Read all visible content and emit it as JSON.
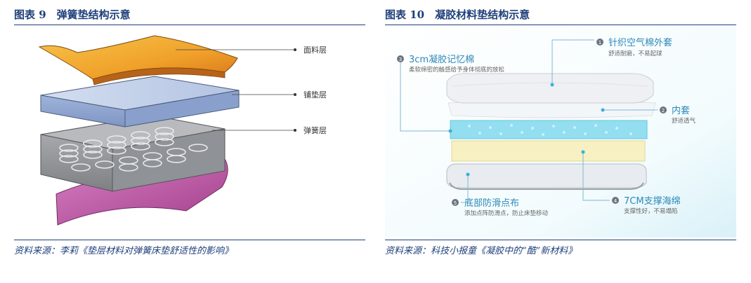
{
  "left_figure": {
    "title": "图表 9　弹簧垫结构示意",
    "labels": {
      "top": "面料层",
      "middle": "铺垫层",
      "spring": "弹簧层"
    },
    "source": "资料来源：李莉《垫层材料对弹簧床垫舒适性的影响》"
  },
  "right_figure": {
    "title": "图表 10　凝胶材料垫结构示意",
    "callouts": [
      {
        "num": "1",
        "title": "针织空气棉外套",
        "desc": "舒适耐磨，不易起球"
      },
      {
        "num": "2",
        "title": "内套",
        "desc": "舒适透气"
      },
      {
        "num": "3",
        "title": "3cm凝胶记忆棉",
        "desc": "柔软绵密的触感给予身体彻底的放松"
      },
      {
        "num": "4",
        "title": "7CM支撑海绵",
        "desc": "支撑性好，不易塌陷"
      },
      {
        "num": "5",
        "title": "底部防滑点布",
        "desc": "添加点阵防滑点，防止床垫移动"
      }
    ],
    "source": "资料来源：科技小报童《凝胶中的“酷”新材料》"
  },
  "colors": {
    "heading": "#1f3f7a",
    "callout_text": "#2c89b8",
    "top_fabric": "#f2a226",
    "padding_layer": "#b9c8e4",
    "bottom_layer": "#c35aa6",
    "gel_layer": "#8fdcec",
    "foam_layer": "#f6f0bf"
  }
}
